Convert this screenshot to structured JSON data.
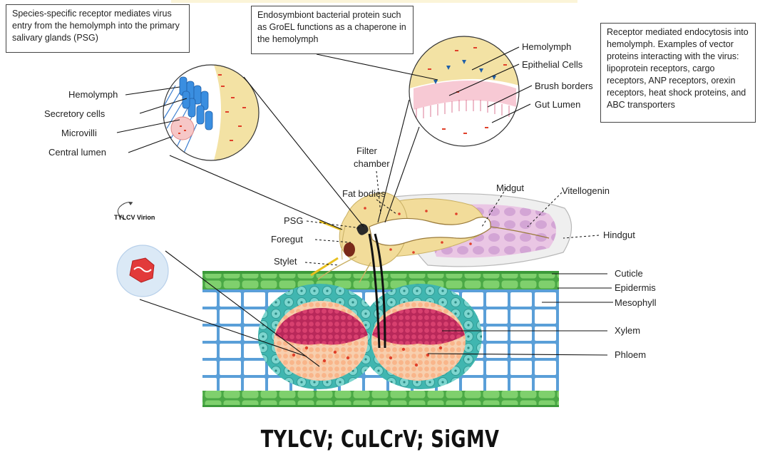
{
  "boxes": {
    "psg": "Species-specific receptor mediates virus entry from the hemolymph into the primary salivary glands (PSG)",
    "groel": "Endosymbiont bacterial protein such as GroEL functions as a chaperone in the hemolymph",
    "endocytosis": "Receptor mediated endocytosis into hemolymph. Examples of vector proteins interacting with the virus: lipoprotein receptors, cargo receptors, ANP receptors, orexin receptors, heat shock proteins, and ABC transporters"
  },
  "left_inset_labels": {
    "hemolymph": "Hemolymph",
    "secretory": "Secretory cells",
    "microvilli": "Microvilli",
    "central_lumen": "Central lumen"
  },
  "right_inset_labels": {
    "hemolymph": "Hemolymph",
    "epithelial": "Epithelial Cells",
    "brush": "Brush borders",
    "gut_lumen": "Gut Lumen"
  },
  "insect_labels": {
    "filter_chamber_1": "Filter",
    "filter_chamber_2": "chamber",
    "fat_bodies": "Fat bodies",
    "midgut": "Midgut",
    "vitellogenin": "Vitellogenin",
    "hindgut": "Hindgut",
    "psg": "PSG",
    "foregut": "Foregut",
    "stylet": "Stylet"
  },
  "leaf_labels": {
    "cuticle": "Cuticle",
    "epidermis": "Epidermis",
    "mesophyll": "Mesophyll",
    "xylem": "Xylem",
    "phloem": "Phloem"
  },
  "virion_title": "TYLCV Virion",
  "caption": "TYLCV; CuLCrV; SiGMV"
}
